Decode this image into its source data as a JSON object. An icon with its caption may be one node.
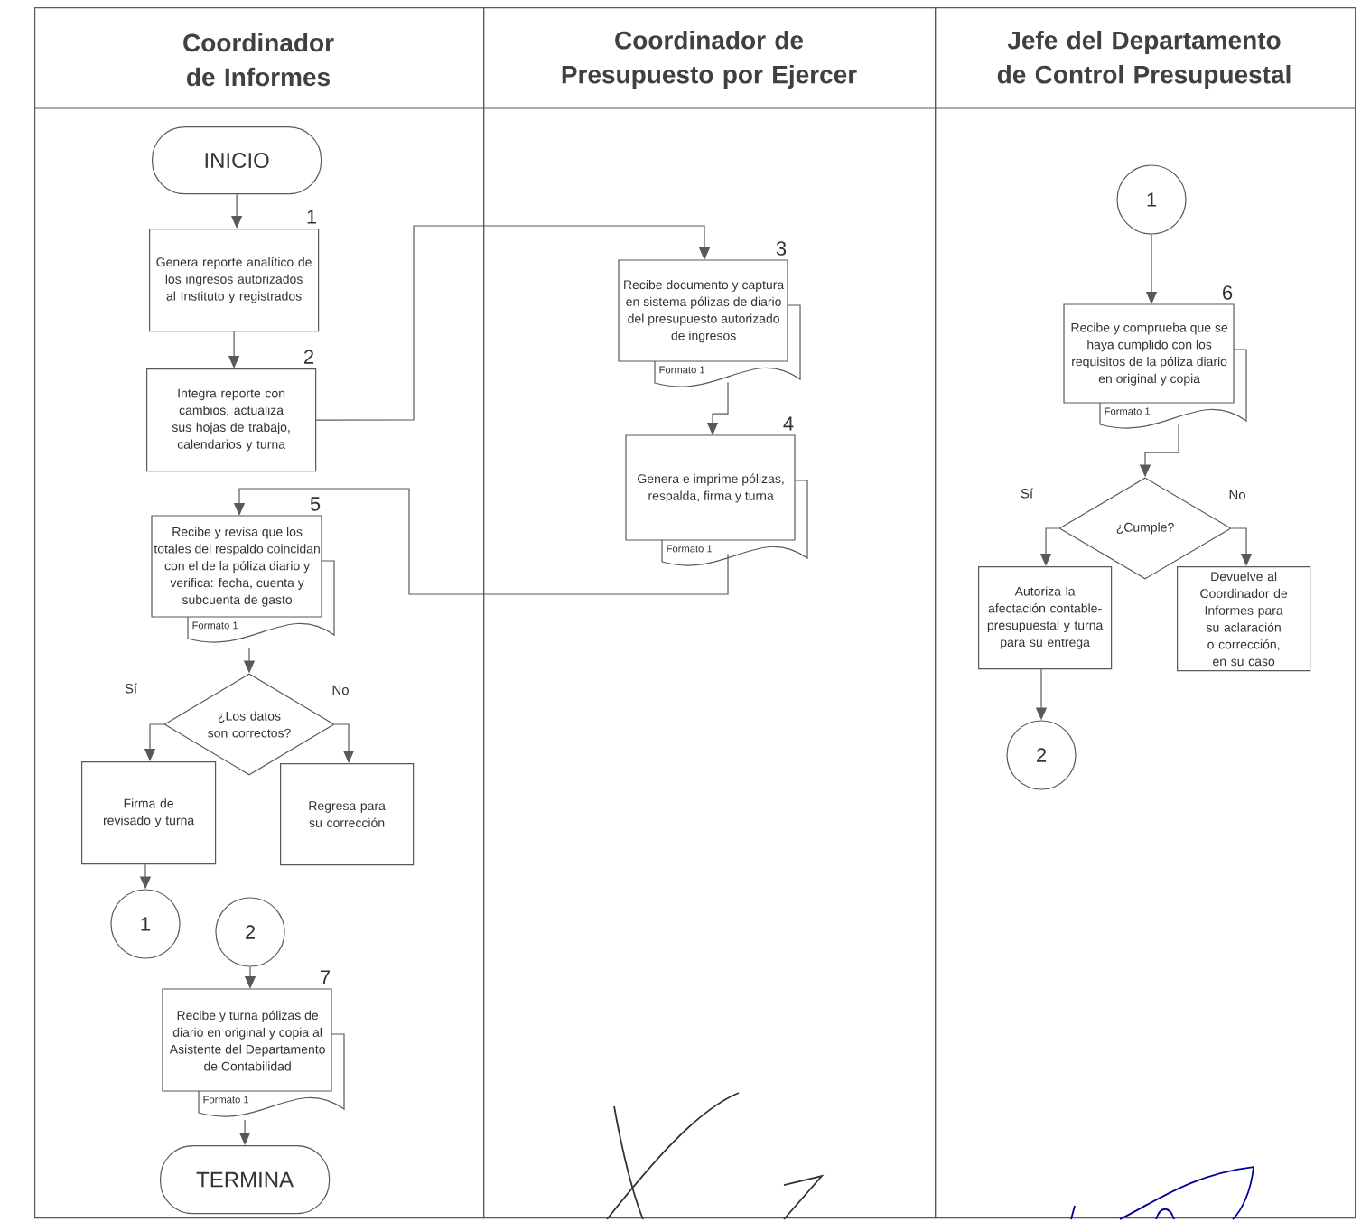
{
  "diagram": {
    "nodes": [
      {
        "text": [
          "Coordinador de Informes"
        ]
      },
      {
        "text": [
          "Coordinador de Presupuesto por Ejercer"
        ]
      },
      {
        "text": [
          "Jefe del Departamento de Control Presupuestal"
        ]
      },
      {
        "text": [
          "INICIO"
        ],
        "in": 0
      },
      {
        "text": [
          "Genera reporte analítico de los ingresos autorizados al Instituto y registrados"
        ],
        "beside": [
          "1"
        ],
        "in": 0
      },
      {
        "text": [
          "Integra reporte con cambios, actualiza sus hojas de trabajo, calendarios y turna"
        ],
        "beside": [
          "2"
        ],
        "in": 0
      },
      {
        "text": [
          "Recibe documento y captura en sistema pólizas de diario del presupuesto autorizado de ingresos",
          "Formato 1"
        ],
        "beside": [
          "3"
        ],
        "in": 1
      },
      {
        "text": [
          "Genera e imprime pólizas, respalda, firma y turna",
          "Formato 1"
        ],
        "beside": [
          "4"
        ],
        "in": 1
      },
      {
        "text": [
          "Recibe y revisa que los totales del respaldo coincidan con el de la póliza diario y verifica: fecha, cuenta y subcuenta de gasto",
          "Formato 1"
        ],
        "beside": [
          "5"
        ],
        "in": 0
      },
      {
        "text": [
          "¿Los datos son correctos?"
        ],
        "in": 0
      },
      {
        "text": [
          "Firma de revisado y turna"
        ],
        "in": 0
      },
      {
        "text": [
          "Regresa para su corrección"
        ],
        "in": 0
      },
      {
        "text": [
          "1"
        ],
        "in": 0
      },
      {
        "text": [
          "2"
        ],
        "in": 0
      },
      {
        "text": [
          "Recibe y turna pólizas de diario en original y copia al Asistente del Departamento de Contabilidad",
          "Formato 1"
        ],
        "beside": [
          "7"
        ],
        "in": 0
      },
      {
        "text": [
          "TERMINA"
        ],
        "in": 0
      },
      {
        "text": [
          "1"
        ],
        "in": 2
      },
      {
        "text": [
          "Recibe y comprueba que se haya cumplido con los requisitos de la póliza diario en original y copia",
          "Formato 1"
        ],
        "beside": [
          "6"
        ],
        "in": 2
      },
      {
        "text": [
          "¿Cumple?"
        ],
        "in": 2
      },
      {
        "text": [
          "Autoriza la afectación contable-presupuestal y turna para su entrega"
        ],
        "in": 2
      },
      {
        "text": [
          "Devuelve al Coordinador de Informes para su aclaración o corrección, en su caso"
        ],
        "in": 2
      },
      {
        "text": [
          "2"
        ],
        "in": 2
      }
    ],
    "edges": [
      {
        "from": 3,
        "to": 4,
        "arrow": "to"
      },
      {
        "from": 4,
        "to": 5,
        "arrow": "to"
      },
      {
        "from": 5,
        "to": 6,
        "arrow": "to"
      },
      {
        "from": 6,
        "to": 7,
        "arrow": "to"
      },
      {
        "from": 7,
        "to": 8,
        "arrow": "to"
      },
      {
        "from": 8,
        "to": 9,
        "arrow": "to"
      },
      {
        "from": 9,
        "to": 10,
        "arrow": "to",
        "label": "Sí"
      },
      {
        "from": 9,
        "to": 11,
        "arrow": "to",
        "label": "No"
      },
      {
        "from": 10,
        "to": 12,
        "arrow": "to"
      },
      {
        "from": 13,
        "to": 14,
        "arrow": "to"
      },
      {
        "from": 14,
        "to": 15,
        "arrow": "to"
      },
      {
        "from": 16,
        "to": 17,
        "arrow": "to"
      },
      {
        "from": 17,
        "to": 18,
        "arrow": "to"
      },
      {
        "from": 18,
        "to": 19,
        "arrow": "to",
        "label": "Sí"
      },
      {
        "from": 18,
        "to": 20,
        "arrow": "to",
        "label": "No"
      },
      {
        "from": 19,
        "to": 21,
        "arrow": "to"
      }
    ]
  }
}
